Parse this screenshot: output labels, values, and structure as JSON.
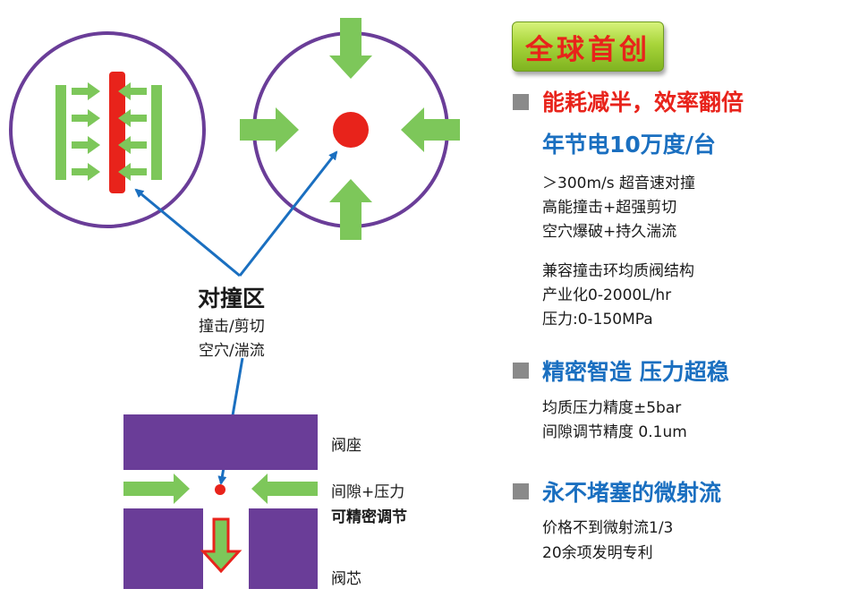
{
  "badge": {
    "text": "全球首创"
  },
  "left": {
    "collision_title": "对撞区",
    "collision_line1": "撞击/剪切",
    "collision_line2": "空穴/湍流",
    "valve_seat": "阀座",
    "gap_pressure": "间隙+压力",
    "precise_adjust": "可精密调节",
    "valve_core": "阀芯"
  },
  "right": {
    "sec1": {
      "heading": "能耗减半，效率翻倍",
      "subheading": "年节电10万度/台",
      "lines": [
        "＞300m/s 超音速对撞",
        "高能撞击+超强剪切",
        "空穴爆破+持久湍流"
      ],
      "lines2": [
        "兼容撞击环均质阀结构",
        "产业化0-2000L/hr",
        "压力:0-150MPa"
      ]
    },
    "sec2": {
      "heading": "精密智造  压力超稳",
      "lines": [
        "均质压力精度±5bar",
        "间隙调节精度 0.1um"
      ]
    },
    "sec3": {
      "heading": "永不堵塞的微射流",
      "lines": [
        "价格不到微射流1/3",
        "20余项发明专利"
      ]
    }
  },
  "colors": {
    "green": "#7dc75a",
    "red": "#e8231b",
    "purple": "#6a3d98",
    "blue": "#1a6fc0",
    "gray": "#8a8a8a"
  }
}
